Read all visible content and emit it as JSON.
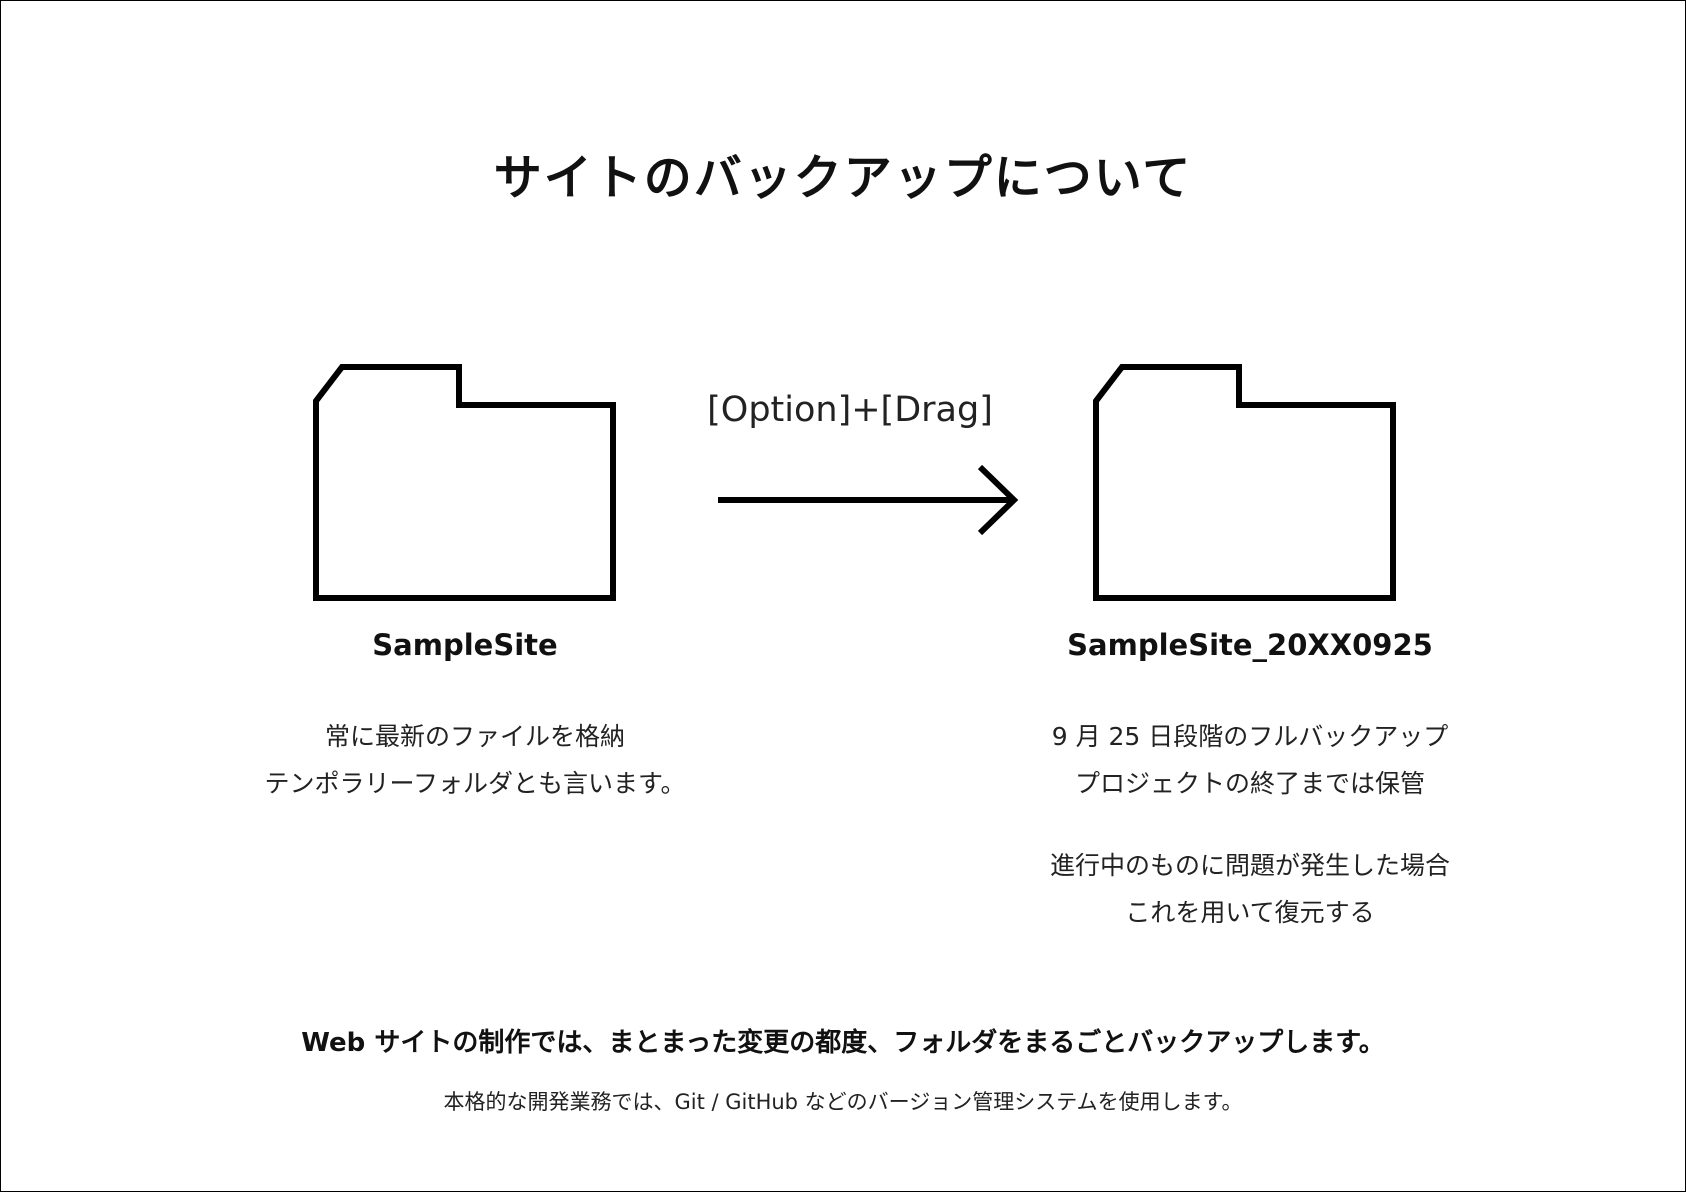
{
  "title": "サイトのバックアップについて",
  "operation_label": "[Option]+[Drag]",
  "source_folder": {
    "name": "SampleSite",
    "description": [
      "常に最新のファイルを格納",
      "テンポラリーフォルダとも言います。"
    ]
  },
  "backup_folder": {
    "name": "SampleSite_20XX0925",
    "description_1": [
      "9 月 25 日段階のフルバックアップ",
      "プロジェクトの終了までは保管"
    ],
    "description_2": [
      "進行中のものに問題が発生した場合",
      "これを用いて復元する"
    ]
  },
  "footer": {
    "main": "Web サイトの制作では、まとまった変更の都度、フォルダをまるごとバックアップします。",
    "sub": "本格的な開発業務では、Git / GitHub などのバージョン管理システムを使用します。"
  },
  "icons": {
    "source": "folder-icon",
    "target": "folder-icon",
    "arrow": "arrow-right-icon"
  },
  "colors": {
    "stroke": "#000000",
    "background": "#ffffff"
  }
}
